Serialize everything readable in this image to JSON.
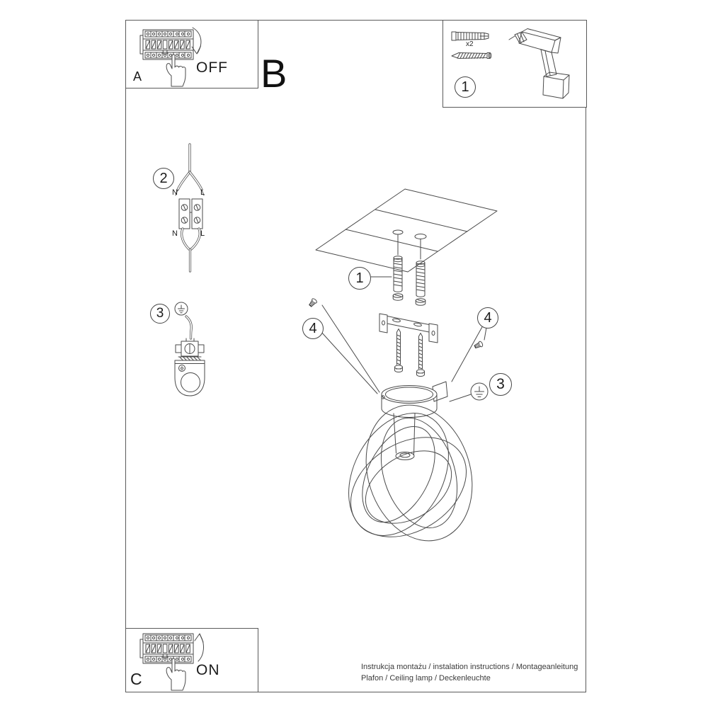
{
  "palette": {
    "line": "#4a4a4a",
    "border": "#5a5a5a",
    "text": "#1c1c1c",
    "background": "#ffffff"
  },
  "steps": {
    "a_label": "A",
    "b_label": "B",
    "c_label": "C",
    "off_text": "OFF",
    "on_text": "ON"
  },
  "parts_box": {
    "number": "1",
    "dowel_qty": "x2"
  },
  "callouts": {
    "dowels_main": "1",
    "connector": "2",
    "ground_left": "3",
    "ground_main": "3",
    "screw_left": "4",
    "screw_right": "4"
  },
  "wiring_labels": {
    "top_n": "N",
    "top_l": "L",
    "bottom_n": "N",
    "bottom_l": "L"
  },
  "footer": {
    "line1": "Instrukcja montażu / instalation instructions / Montageanleitung",
    "line2": "Plafon / Ceiling lamp / Deckenleuchte"
  }
}
